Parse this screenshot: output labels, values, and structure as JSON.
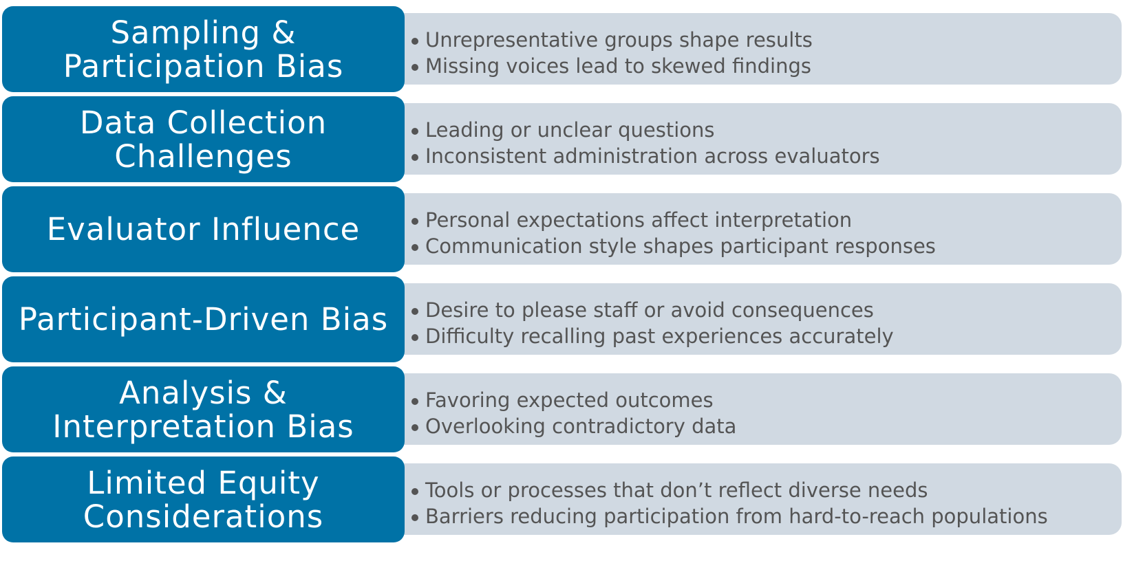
{
  "rows": [
    {
      "title": "Sampling &\nParticipation Bias",
      "bullets": [
        "Unrepresentative groups shape results",
        "Missing voices lead to skewed findings"
      ]
    },
    {
      "title": "Data Collection\nChallenges",
      "bullets": [
        "Leading or unclear questions",
        "Inconsistent administration across evaluators"
      ]
    },
    {
      "title": "Evaluator Influence",
      "bullets": [
        "Personal expectations affect interpretation",
        "Communication style shapes participant responses"
      ]
    },
    {
      "title": "Participant-Driven Bias",
      "bullets": [
        "Desire to please staff or avoid consequences",
        "Difficulty recalling past experiences accurately"
      ]
    },
    {
      "title": "Analysis &\nInterpretation Bias",
      "bullets": [
        "Favoring expected outcomes",
        "Overlooking contradictory data"
      ]
    },
    {
      "title": "Limited Equity\nConsiderations",
      "bullets": [
        "Tools or processes that don’t reflect diverse needs",
        "Barriers reducing participation from hard-to-reach populations"
      ]
    }
  ],
  "colors": {
    "label_background": "#0072a6",
    "label_text": "#ffffff",
    "detail_background": "#d0d9e2",
    "detail_text": "#545454"
  }
}
